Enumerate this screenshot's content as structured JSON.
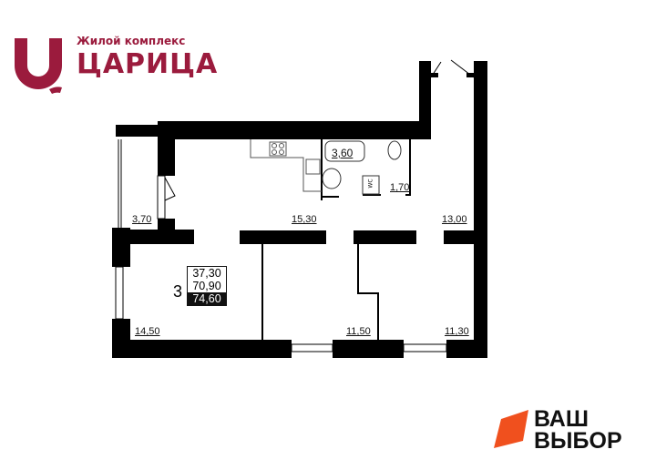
{
  "logo": {
    "subtitle": "Жилой комплекс",
    "name": "ЦАРИЦА",
    "color": "#9b1b3d"
  },
  "plan": {
    "rooms_count": "3",
    "areas": {
      "living": "37,30",
      "total": "70,90",
      "total_with_balcony": "74,60"
    },
    "room_labels": {
      "balcony": "3,70",
      "kitchen_living": "15,30",
      "bathroom": "3,60",
      "toilet": "1,70",
      "hall": "13,00",
      "room_left": "14,50",
      "room_middle": "11,50",
      "room_right": "11,30"
    },
    "wc_marker": "WC"
  },
  "brand": {
    "line1": "ВАШ",
    "line2": "ВЫБОР",
    "accent": "#f0501e"
  }
}
